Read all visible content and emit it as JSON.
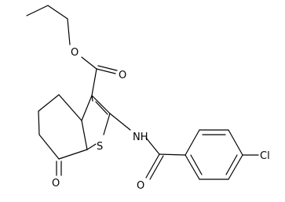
{
  "figure": {
    "kind": "chemical-structure",
    "background": "#ffffff",
    "ink": "#000000",
    "atom_labels": {
      "ester_ether_o": "O",
      "ester_carbonyl_o": "O",
      "nh": "NH",
      "thiophene_s": "S",
      "ketone_o": "O",
      "amide_carbonyl_o": "O",
      "chlorine": "Cl"
    }
  }
}
